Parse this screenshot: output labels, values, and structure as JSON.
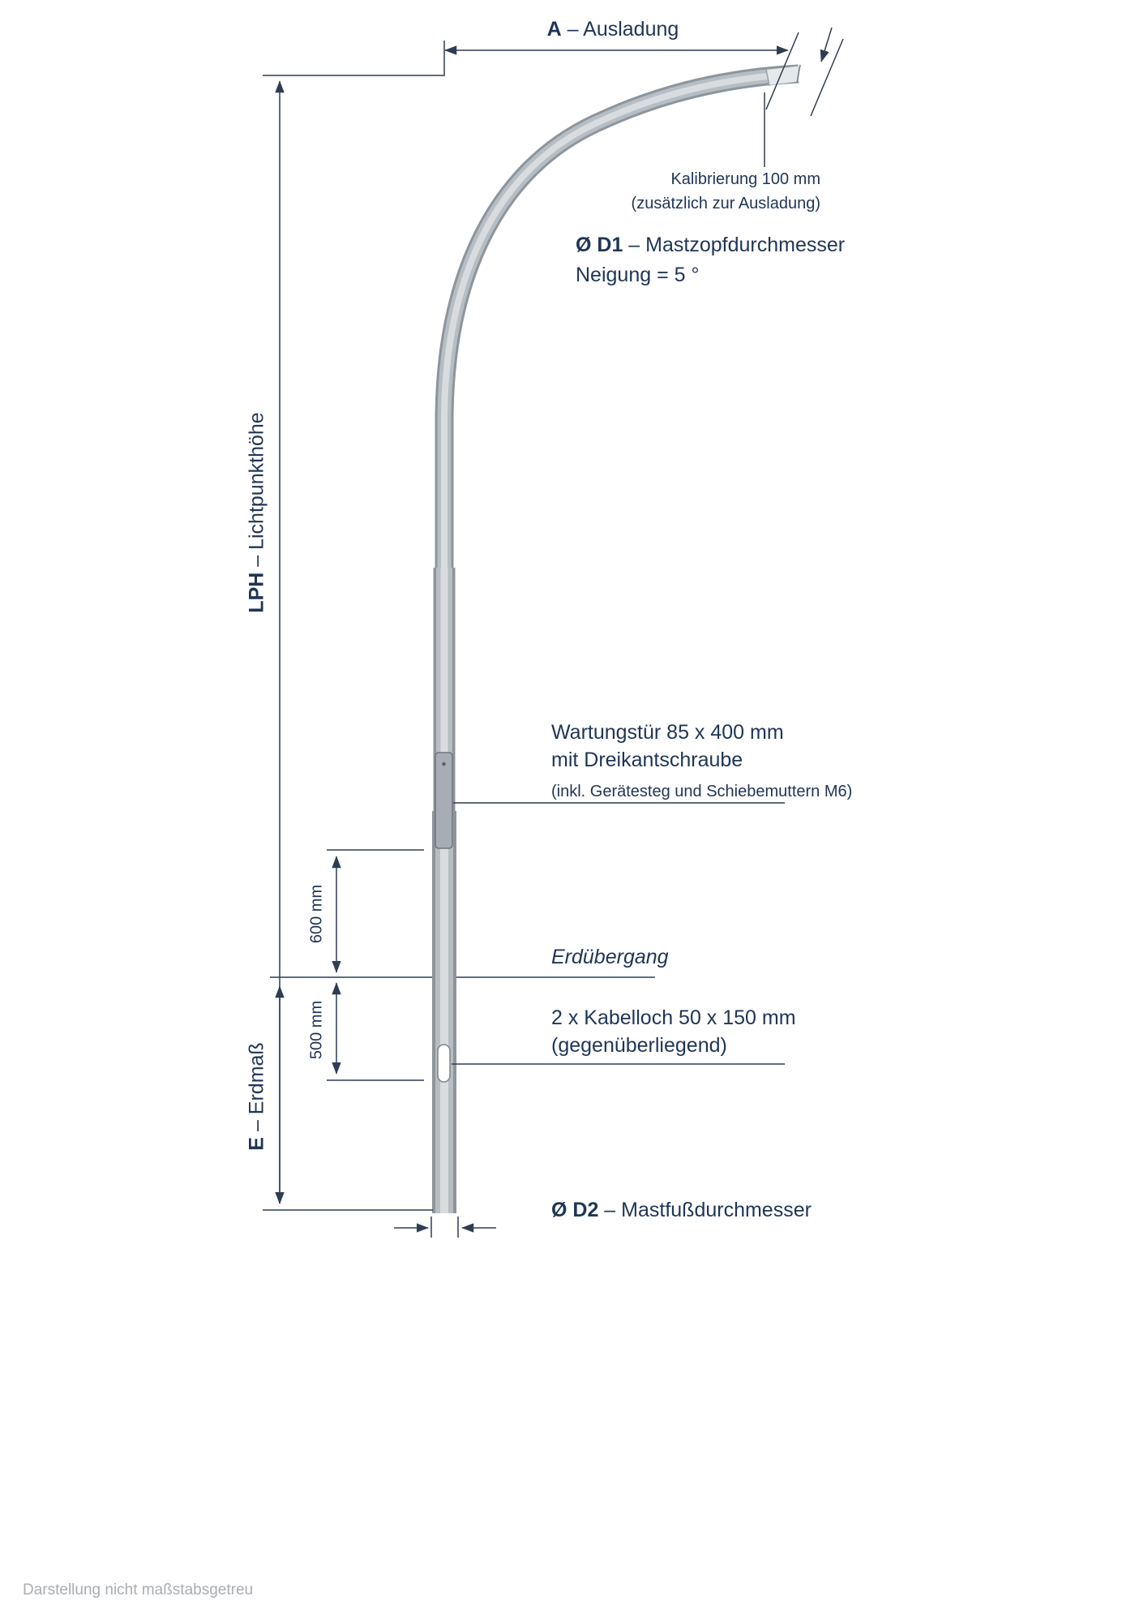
{
  "colors": {
    "text": "#1f3556",
    "dimension_line": "#2e3d52",
    "pole_edge": "#8d959c",
    "pole_mid": "#b6bdc3",
    "pole_highlight": "#d8dcdf",
    "footer_text": "#a9adb2"
  },
  "labels": {
    "ausladung": {
      "bold": "A",
      "rest": " – Ausladung"
    },
    "kalibrierung": {
      "line1": "Kalibrierung 100 mm",
      "line2": "(zusätzlich zur Ausladung)"
    },
    "d1": {
      "bold": "Ø D1",
      "rest": " – Mastzopfdurchmesser",
      "neigung": "Neigung = 5 °"
    },
    "lph": {
      "bold": "LPH",
      "rest": " – Lichtpunkthöhe"
    },
    "wartungstuer": {
      "line1": "Wartungstür 85 x 400 mm",
      "line2": "mit Dreikantschraube",
      "line3": "(inkl. Gerätesteg und Schiebemuttern M6)"
    },
    "dim600": "600 mm",
    "erduebergang": "Erdübergang",
    "dim500": "500 mm",
    "kabelloch": {
      "line1": "2 x Kabelloch 50 x 150 mm",
      "line2": "(gegenüberliegend)"
    },
    "erdmass": {
      "bold": "E",
      "rest": " – Erdmaß"
    },
    "d2": {
      "bold": "Ø D2",
      "rest": " – Mastfußdurchmesser"
    },
    "footer": "Darstellung nicht maßstabsgetreu"
  }
}
